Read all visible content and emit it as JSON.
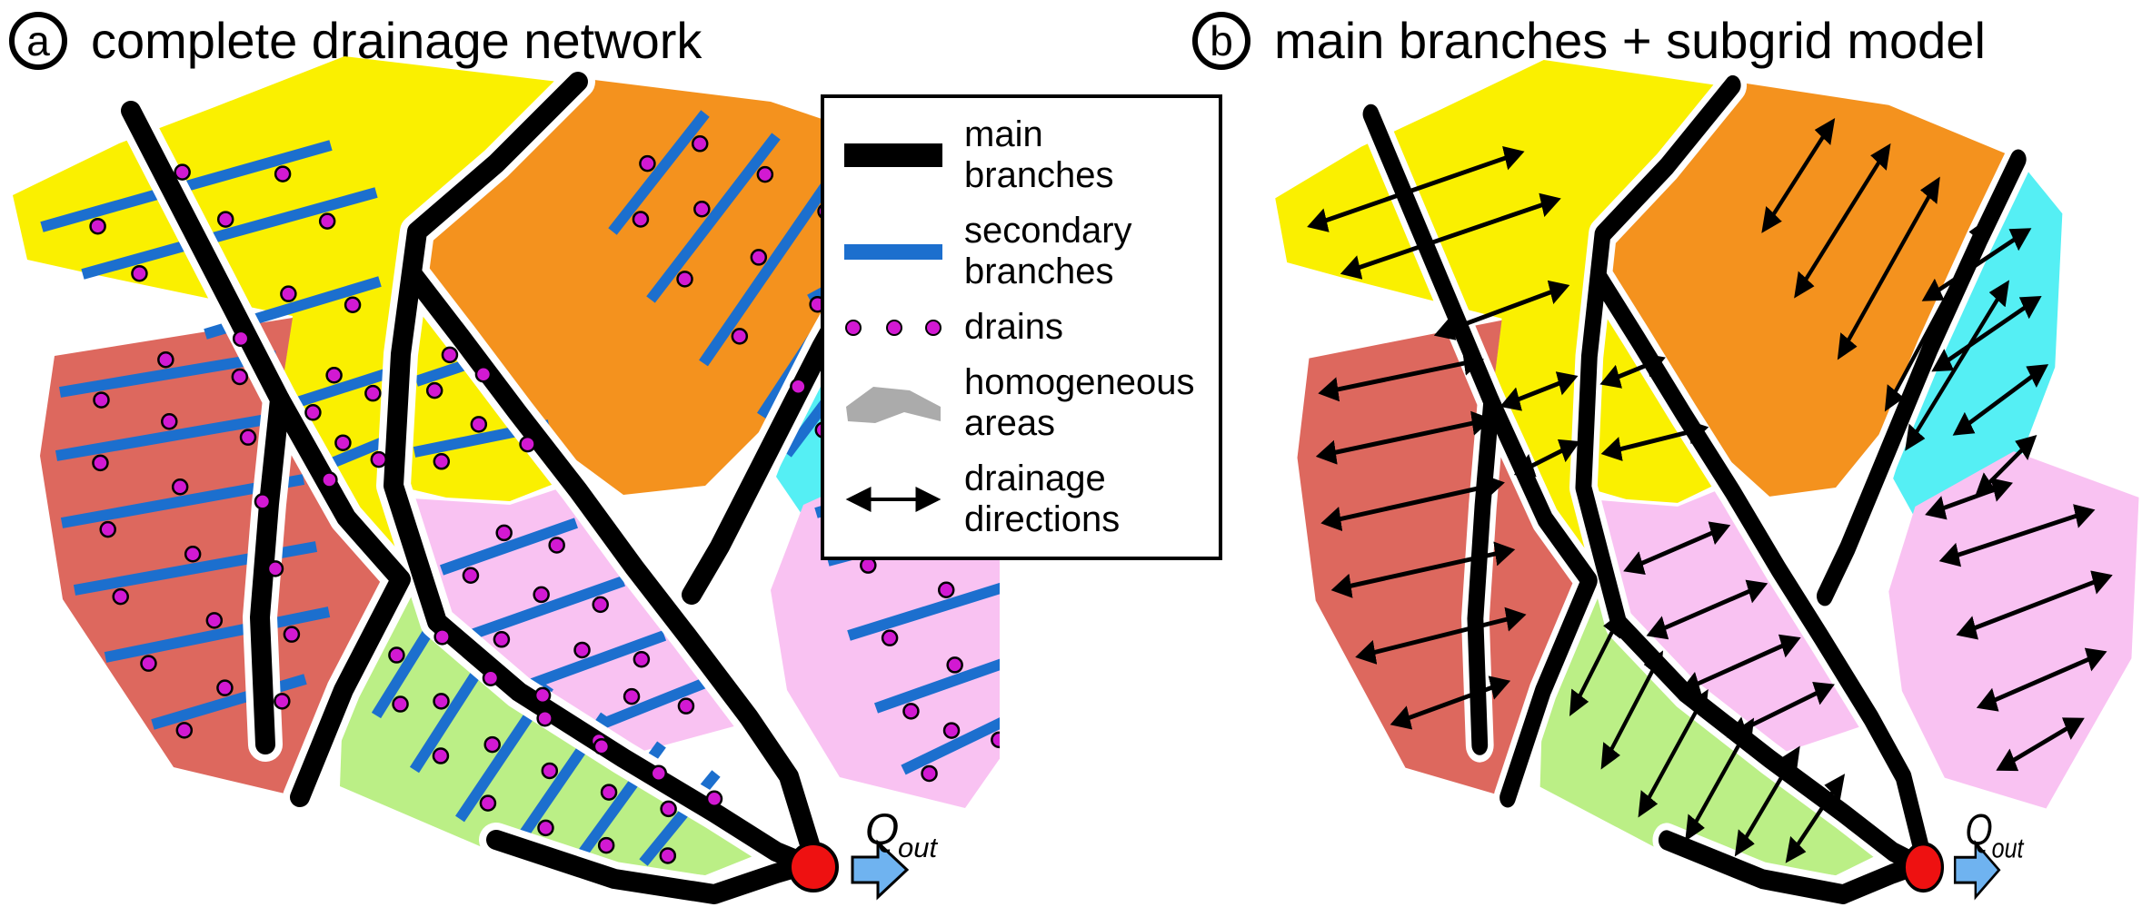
{
  "panel_a": {
    "label": "a",
    "title": "complete drainage network"
  },
  "panel_b": {
    "label": "b",
    "title": "main branches + subgrid model"
  },
  "legend": {
    "items": [
      {
        "line1": "main",
        "line2": "branches"
      },
      {
        "line1": "secondary",
        "line2": "branches"
      },
      {
        "line1": "drains",
        "line2": ""
      },
      {
        "line1": "homogeneous",
        "line2": "areas"
      },
      {
        "line1": "drainage",
        "line2": "directions"
      }
    ]
  },
  "outlet": {
    "label_main": "Q",
    "label_sub": "out"
  },
  "colors": {
    "yellow": "#FAF000",
    "orange": "#F4921E",
    "cyan": "#55EFF4",
    "red": "#DD685E",
    "pink": "#F9C2F2",
    "green": "#BBEF86",
    "blue": "#1C6FCE",
    "magenta": "#D219D2",
    "black": "#000000",
    "gray": "#ABABAB",
    "outlet_red": "#EE1111",
    "arrow_blue": "#6FB3F0",
    "white": "#FFFFFF"
  }
}
